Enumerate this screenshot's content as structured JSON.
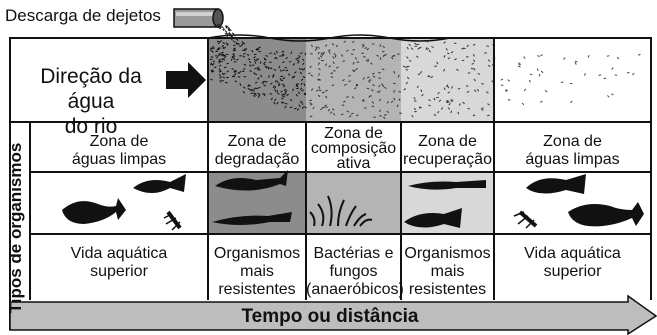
{
  "diagram": {
    "discharge_label": "Descarga de dejetos",
    "direction_label": [
      "Direção da água",
      "do rio"
    ],
    "side_label": "Tipos de organismos",
    "bottom_arrow_label": "Tempo ou distância",
    "zones": [
      {
        "name": [
          "Zona de",
          "águas limpas"
        ],
        "organisms": [
          "Vida aquática",
          "superior"
        ],
        "fill": "#ffffff"
      },
      {
        "name": [
          "Zona de",
          "degradação"
        ],
        "organisms": [
          "Organismos",
          "mais",
          "resistentes"
        ],
        "fill": "#8c8c8c"
      },
      {
        "name": [
          "Zona de",
          "composição",
          "ativa"
        ],
        "organisms": [
          "Bactérias e",
          "fungos",
          "(anaeróbicos)"
        ],
        "fill": "#b4b4b4"
      },
      {
        "name": [
          "Zona de",
          "recuperação"
        ],
        "organisms": [
          "Organismos",
          "mais",
          "resistentes"
        ],
        "fill": "#d8d8d8"
      },
      {
        "name": [
          "Zona de",
          "águas limpas"
        ],
        "organisms": [
          "Vida aquática",
          "superior"
        ],
        "fill": "#ffffff"
      }
    ],
    "colors": {
      "line": "#111111",
      "arrow_fill": "#bdbdbd",
      "fish": "#111111"
    }
  }
}
